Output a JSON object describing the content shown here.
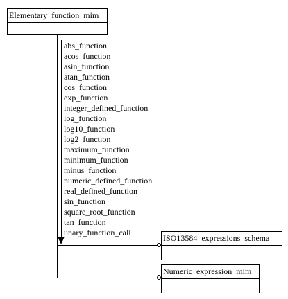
{
  "entities": {
    "main": "Elementary_function_mim",
    "iso": "ISO13584_expressions_schema",
    "numeric": "Numeric_expression_mim"
  },
  "select_items": [
    "abs_function",
    "acos_function",
    "asin_function",
    "atan_function",
    "cos_function",
    "exp_function",
    "integer_defined_function",
    "log_function",
    "log10_function",
    "log2_function",
    "maximum_function",
    "minimum_function",
    "minus_function",
    "numeric_defined_function",
    "real_defined_function",
    "sin_function",
    "square_root_function",
    "tan_function",
    "unary_function_call"
  ]
}
